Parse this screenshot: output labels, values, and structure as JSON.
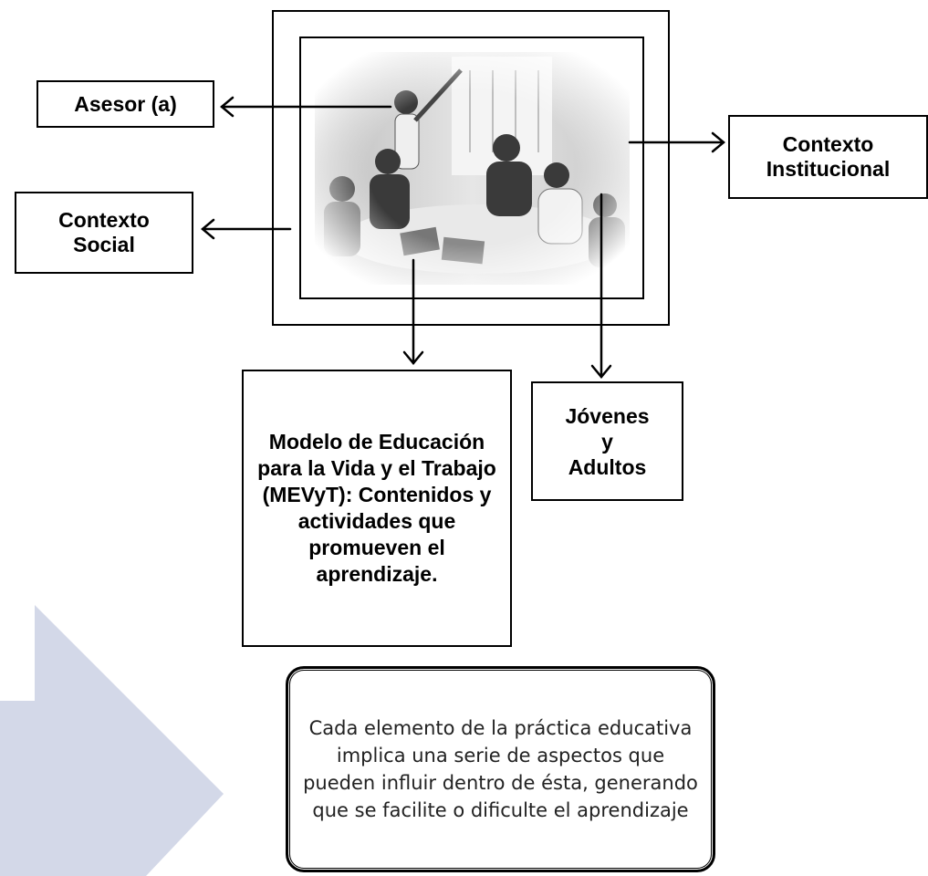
{
  "nodes": {
    "asesor": "Asesor (a)",
    "contexto_institucional": "Contexto\nInstitucional",
    "contexto_social": "Contexto\nSocial",
    "modelo": "Modelo de Educación para la Vida y el Trabajo (MEVyT): Contenidos y actividades que promueven el aprendizaje.",
    "jovenes": "Jóvenes\ny\nAdultos"
  },
  "note": "Cada elemento de la práctica educativa implica una serie de aspectos que pueden influir dentro de ésta, generando que se facilite o dificulte el aprendizaje",
  "colors": {
    "background_arrow": "#d3d8e8",
    "line": "#000000"
  },
  "icons": {
    "photo": "classroom-photo"
  }
}
